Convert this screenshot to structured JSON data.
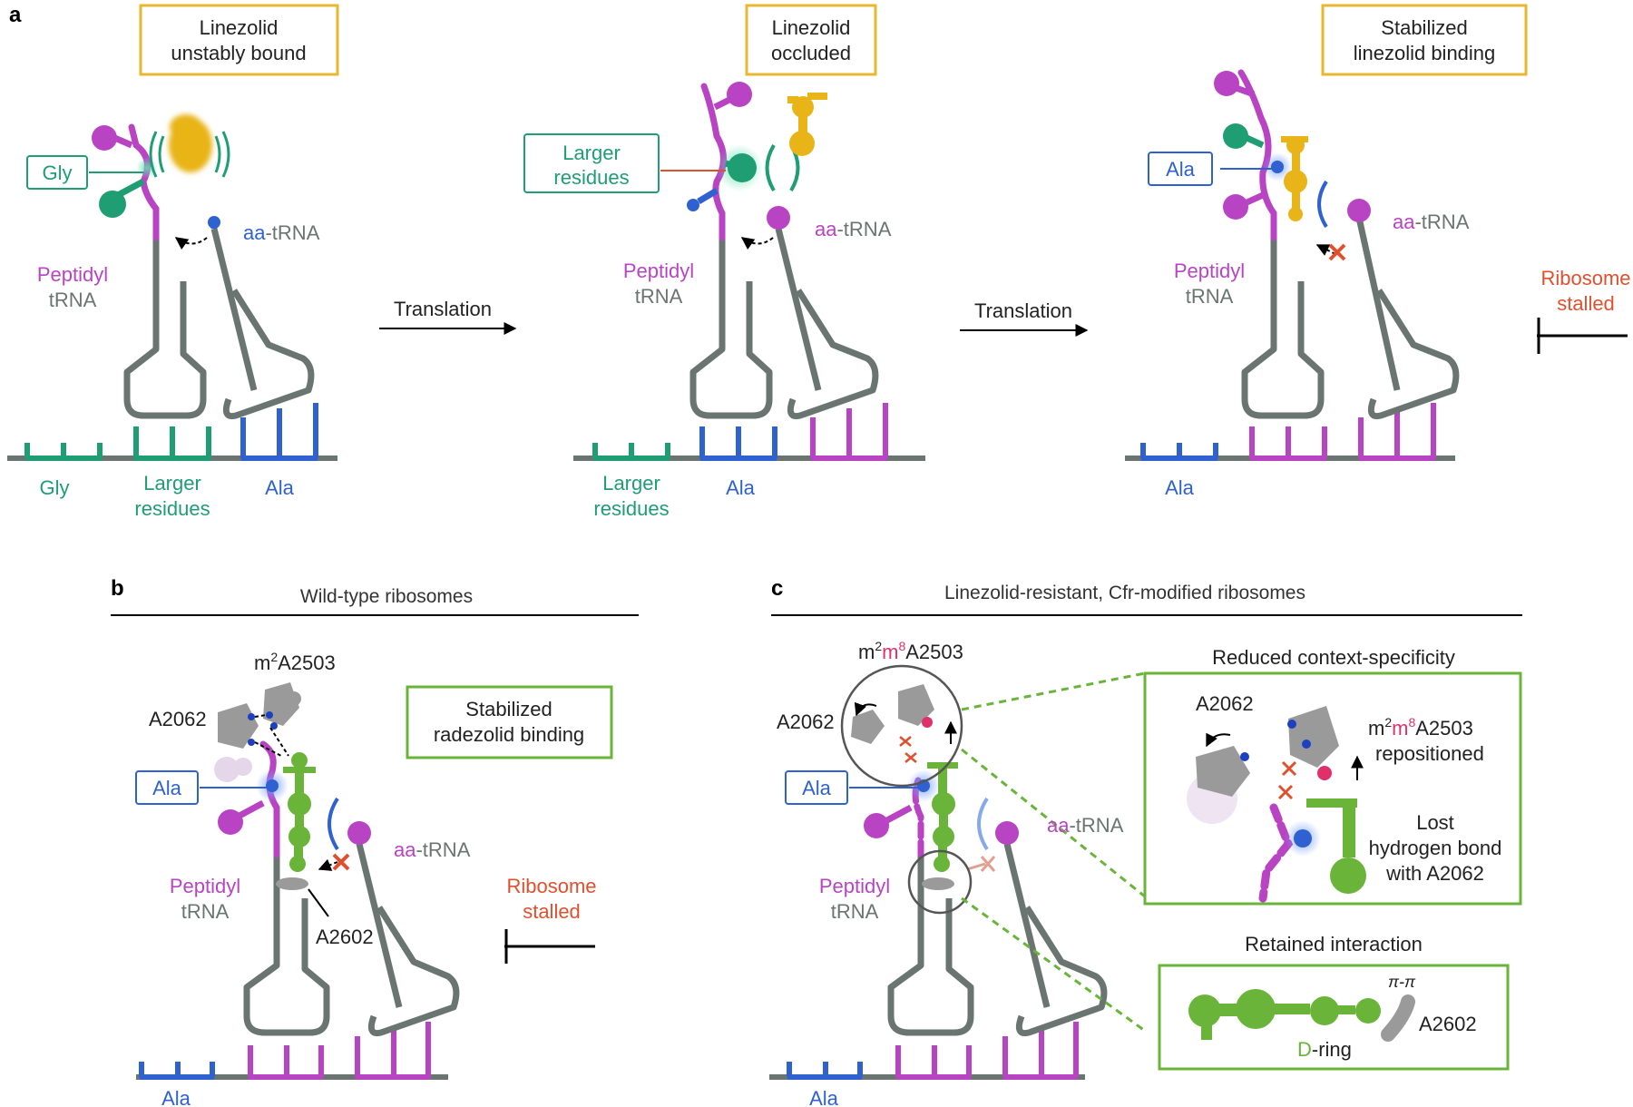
{
  "panels": {
    "a": {
      "letter": "a",
      "state1": {
        "box": [
          "Linezolid",
          "unstably bound"
        ],
        "tag": "Gly",
        "codons": [
          "Gly",
          "Larger",
          "residues",
          "Ala"
        ],
        "peptidyl": [
          "Peptidyl",
          "tRNA"
        ],
        "aa_trna": [
          "aa",
          "-tRNA"
        ]
      },
      "arrow1": "Translation",
      "state2": {
        "box": [
          "Linezolid",
          "occluded"
        ],
        "tag": [
          "Larger",
          "residues"
        ],
        "codons": [
          "Larger",
          "residues",
          "Ala"
        ],
        "peptidyl": [
          "Peptidyl",
          "tRNA"
        ],
        "aa_trna": [
          "aa",
          "-tRNA"
        ]
      },
      "arrow2": "Translation",
      "state3": {
        "box": [
          "Stabilized",
          "linezolid binding"
        ],
        "tag": "Ala",
        "codons": [
          "Ala"
        ],
        "peptidyl": [
          "Peptidyl",
          "tRNA"
        ],
        "aa_trna": [
          "aa",
          "-tRNA"
        ]
      },
      "stalled": [
        "Ribosome",
        "stalled"
      ]
    },
    "b": {
      "letter": "b",
      "title": "Wild-type ribosomes",
      "m2": {
        "prefix": "m",
        "sup": "2",
        "suffix": "A2503"
      },
      "a2062": "A2062",
      "box": [
        "Stabilized",
        "radezolid binding"
      ],
      "tag": "Ala",
      "peptidyl": [
        "Peptidyl",
        "tRNA"
      ],
      "aa_trna": [
        "aa",
        "-tRNA"
      ],
      "a2602": "A2602",
      "stalled": [
        "Ribosome",
        "stalled"
      ],
      "codon": "Ala"
    },
    "c": {
      "letter": "c",
      "title": "Linezolid-resistant, Cfr-modified ribosomes",
      "m2m8": {
        "m1": "m",
        "s1": "2",
        "m2": "m",
        "s2": "8",
        "suffix": "A2503"
      },
      "a2062": "A2062",
      "tag": "Ala",
      "peptidyl": [
        "Peptidyl",
        "tRNA"
      ],
      "aa_trna": [
        "aa",
        "-tRNA"
      ],
      "codon": "Ala",
      "inset1": {
        "title": "Reduced context-specificity",
        "a2062": "A2062",
        "m2m8": [
          "m",
          "2",
          "m",
          "8",
          "A2503"
        ],
        "repositioned": "repositioned",
        "lost": [
          "Lost",
          "hydrogen bond",
          "with A2062"
        ]
      },
      "inset2": {
        "title": "Retained interaction",
        "pipi": "π-π",
        "dring": [
          "D",
          "-ring"
        ],
        "a2602": "A2602"
      }
    }
  },
  "colors": {
    "purple": "#b844c4",
    "gray": "#6a7572",
    "green": "#1e9e72",
    "blue": "#2f62d0",
    "yellow_box": "#e8b830",
    "lime": "#6ab43a",
    "red": "#e0502e",
    "pink": "#e0306a",
    "drug_yellow": "#e8b418"
  }
}
